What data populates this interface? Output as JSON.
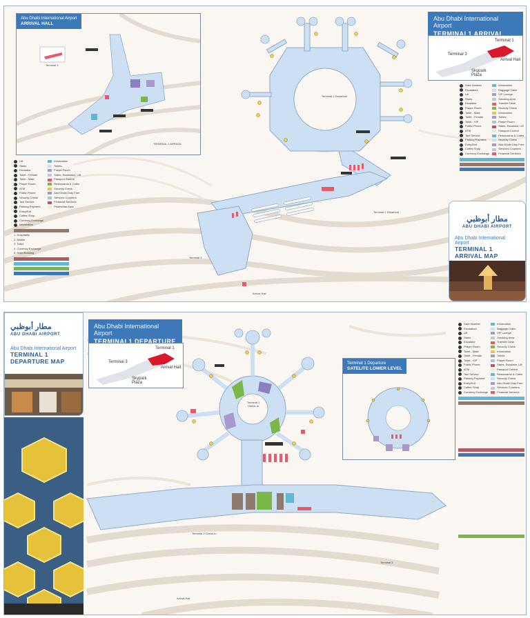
{
  "arrival": {
    "title_line1": "Abu Dhabi International Airport",
    "title_line2": "TERMINAL1 ARRIVAL",
    "locator": {
      "terminal1": "Terminal 1",
      "terminal3": "Terminal 3",
      "arrival_hall": "Arrival Hall",
      "skypark": "Skypark Plaza"
    },
    "inset": {
      "title_line1": "Abu Dhabi International Airport",
      "title_line2": "ARRIVAL HALL",
      "terminal1_label": "TERMINAL 1 ARRIVAL",
      "terminal3_label": "Terminal 3"
    },
    "map_labels": {
      "center": "Terminal 1 Departure",
      "right": "Terminal 1 Departure",
      "bottom": "Arrival Hall",
      "left": "Terminal 3"
    },
    "cover": {
      "logo_ar": "مطار أبوظبي",
      "logo_en": "ABU DHABI AIRPORT",
      "line1": "Abu Dhabi International Airport",
      "line2": "TERMINAL 1",
      "line3": "ARRIVAL MAP"
    },
    "legend_right_a": [
      "Gate Number",
      "Escalators",
      "Lift",
      "Stairs",
      "Escalator",
      "Prayer Room",
      "Toilet - Male",
      "Toilet - Female",
      "Toilet - VIP",
      "Public Phone",
      "ATM",
      "Taxi Service",
      "Parking Payment",
      "Entry/Exit",
      "Coffee Shop",
      "Currency Exchange"
    ],
    "legend_right_b": [
      "Information",
      "Baggage Claim",
      "VIP Lounge",
      "Smoking Area",
      "Transfer Desk",
      "Security Check",
      "Information",
      "Toilets",
      "Prayer Room",
      "Stairs, Escalator, Lift",
      "Passport Control",
      "Restaurants & Cafes",
      "Security Check",
      "Abu Dhabi Duty Free",
      "Services Counters",
      "Financial Services"
    ],
    "legend_left_a": [
      "Lift",
      "Stairs",
      "Escalator",
      "Toilet - Female",
      "Toilet - Male",
      "Prayer Room",
      "ATM",
      "Public Phone",
      "Security Check",
      "Taxi Service",
      "Parking Payment",
      "Entry/Exit",
      "Coffee Shop",
      "Currency Exchange",
      "Information"
    ],
    "legend_left_b": [
      "Information",
      "Toilets",
      "Prayer Room",
      "Stairs, Escalators, Lift",
      "Passport Control",
      "Restaurants & Cafes",
      "Security Check",
      "Abu Dhabi Duty Free",
      "Services Counters",
      "Financial Services",
      "Pedestrian Area"
    ],
    "services_left": [
      "1. Hospitality",
      "2. Mobile",
      "3. Toilet",
      "4. Currency Exchange",
      "5. Hotel Booking"
    ]
  },
  "departure": {
    "title_line1": "Abu Dhabi International Airport",
    "title_line2": "TERMINAL1 DEPARTURE",
    "locator": {
      "terminal1": "Terminal 1",
      "terminal3": "Terminal 3",
      "arrival_hall": "Arrival Hall",
      "skypark": "Skypark Plaza"
    },
    "inset": {
      "title_line1": "Terminal 1 Departure",
      "title_line2": "SATELITE LOWER LEVEL"
    },
    "map_labels": {
      "center": "Terminal 1 Check-In",
      "left": "Terminal 1 Check-In",
      "bottom": "Arrival Hall",
      "right": "Terminal 3"
    },
    "cover": {
      "logo_ar": "مطار أبوظبي",
      "logo_en": "ABU DHABI AIRPORT",
      "line1": "Abu Dhabi International Airport",
      "line2": "TERMINAL 1",
      "line3": "DEPARTURE MAP"
    },
    "legend_a": [
      "Gate Number",
      "Escalators",
      "Lift",
      "Stairs",
      "Escalator",
      "Prayer Room",
      "Toilet - Male",
      "Toilet - Female",
      "Toilet - VIP",
      "Public Phone",
      "ATM",
      "Taxi Service",
      "Parking Payment",
      "Entry/Exit",
      "Coffee Shop",
      "Currency Exchange"
    ],
    "legend_b": [
      "Information",
      "Baggage Claim",
      "VIP Lounge",
      "Smoking Area",
      "Transfer Desk",
      "Security Check",
      "Information",
      "Toilets",
      "Prayer Room",
      "Stairs, Escalator, Lift",
      "Passport Control",
      "Restaurants & Cafes",
      "Security Check",
      "Abu Dhabi Duty Free",
      "Services Counters",
      "Financial Services"
    ]
  },
  "colors": {
    "accent": "#3d78b8",
    "terminal": "#cde0f3",
    "road": "#e4ddd4",
    "restaurant": "#7ab648",
    "dutyfree": "#a898cc",
    "passport": "#e85a6a",
    "financial": "#b05a66",
    "services": "#9cc9e0",
    "category_bar": "#8e7a6f"
  }
}
